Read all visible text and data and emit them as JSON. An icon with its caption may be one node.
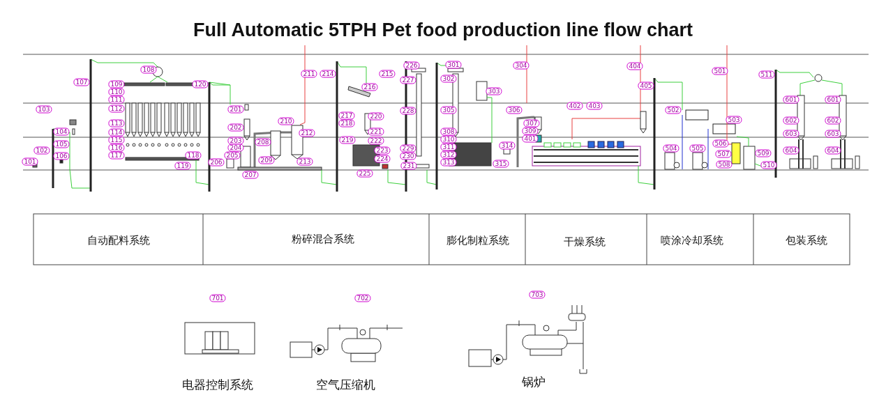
{
  "diagram": {
    "title": "Full Automatic 5TPH Pet food production line flow chart",
    "labels": [
      "101",
      "102",
      "103",
      "104",
      "105",
      "106",
      "107",
      "108",
      "109",
      "110",
      "111",
      "112",
      "113",
      "114",
      "115",
      "116",
      "117",
      "118",
      "119",
      "120",
      "201",
      "202",
      "203",
      "204",
      "205",
      "206",
      "207",
      "208",
      "209",
      "210",
      "211",
      "212",
      "213",
      "214",
      "215",
      "216",
      "217",
      "218",
      "219",
      "220",
      "221",
      "222",
      "223",
      "224",
      "225",
      "226",
      "227",
      "228",
      "229",
      "230",
      "231",
      "301",
      "302",
      "303",
      "304",
      "305",
      "306",
      "307",
      "308",
      "309",
      "310",
      "311",
      "312",
      "313",
      "314",
      "315",
      "401",
      "402",
      "403",
      "404",
      "405",
      "501",
      "502",
      "503",
      "504",
      "505",
      "506",
      "507",
      "508",
      "509",
      "510",
      "511",
      "601",
      "601",
      "602",
      "602",
      "603",
      "603",
      "604",
      "604",
      "自动配料系统",
      "粉碎混合系统",
      "膨化制粒系统",
      "干燥系统",
      "喷涂冷却系统",
      "包装系统",
      "701",
      "702",
      "703",
      "电器控制系统",
      "空气压缩机",
      "锅炉"
    ]
  }
}
